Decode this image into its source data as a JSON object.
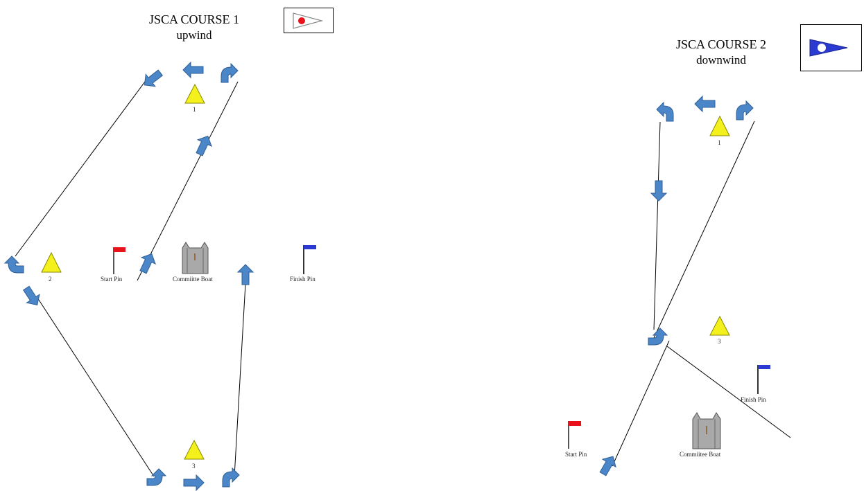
{
  "course1": {
    "title": "JSCA COURSE 1",
    "subtitle": "upwind",
    "signal_flag": {
      "color": "#ffffff",
      "dot_color": "#e8121a",
      "icon": "pennant-red-dot-icon"
    },
    "marks": [
      {
        "label": "1"
      },
      {
        "label": "2"
      },
      {
        "label": "3"
      }
    ],
    "start_pin_label": "Start Pin",
    "committee_boat_label": "Commiitte Boat",
    "finish_pin_label": "Finish Pin"
  },
  "course2": {
    "title": "JSCA COURSE 2",
    "subtitle": "downwind",
    "signal_flag": {
      "color": "#2b3ad1",
      "dot_color": "#ffffff",
      "icon": "pennant-blue-white-dot-icon"
    },
    "marks": [
      {
        "label": "1"
      },
      {
        "label": "3"
      }
    ],
    "start_pin_label": "Start Pin",
    "committee_boat_label": "Commiitee Boat",
    "finish_pin_label": "Finish Pin"
  },
  "colors": {
    "arrow_fill": "#4a86c8",
    "arrow_stroke": "#2f5f96",
    "mark_fill": "#f3f01c",
    "mark_stroke": "#8a8a00",
    "start_flag": "#e8121a",
    "finish_flag": "#2b3ad1"
  }
}
